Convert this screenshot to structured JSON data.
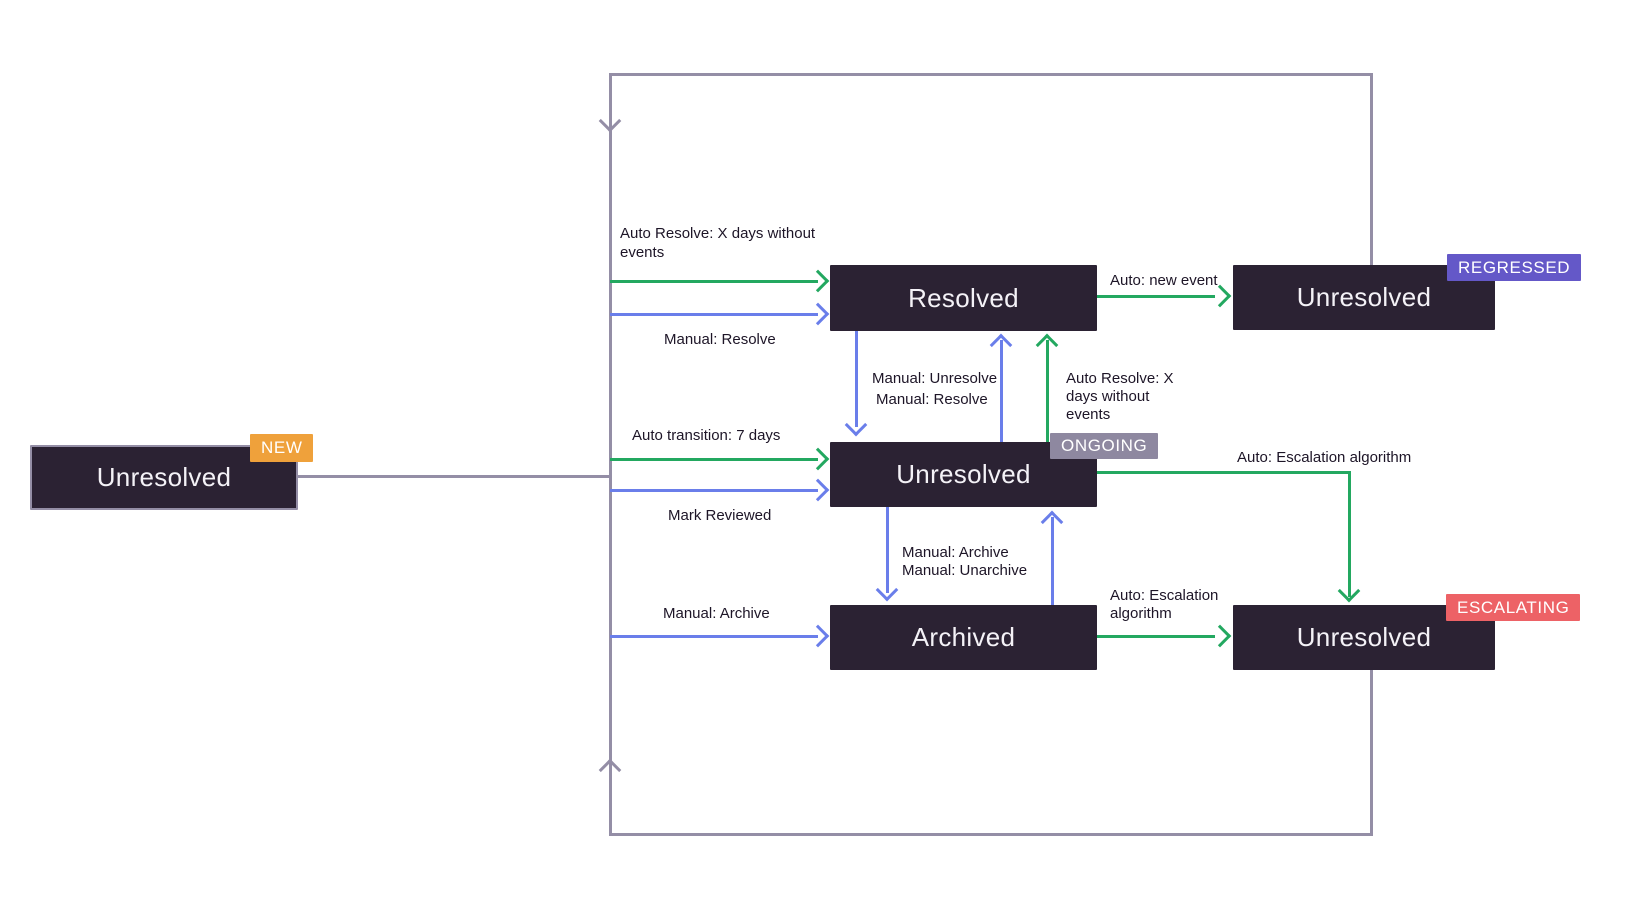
{
  "colors": {
    "background": "#FFFFFF",
    "node_bg": "#2B2233",
    "node_text": "#F4F2F7",
    "label_text": "#1D1527",
    "auto_green": "#23A860",
    "manual_blue": "#6A7EEA",
    "loop_gray": "#948EA6",
    "badge_text": "#FFFFFF",
    "badge_new": "#EFA13B",
    "badge_ongoing": "#8E88A0",
    "badge_regressed": "#6458C8",
    "badge_escalating": "#ED6266"
  },
  "nodes": [
    {
      "id": "unresolved-new",
      "label": "Unresolved",
      "badge": "NEW"
    },
    {
      "id": "resolved",
      "label": "Resolved"
    },
    {
      "id": "unresolved-ongoing",
      "label": "Unresolved",
      "badge": "ONGOING"
    },
    {
      "id": "archived",
      "label": "Archived"
    },
    {
      "id": "unresolved-regressed",
      "label": "Unresolved",
      "badge": "REGRESSED"
    },
    {
      "id": "unresolved-escalating",
      "label": "Unresolved",
      "badge": "ESCALATING"
    }
  ],
  "edges": {
    "spine_to_resolved_auto": {
      "lines": [
        "Auto Resolve: X days without",
        "events"
      ]
    },
    "spine_to_resolved_manual": {
      "lines": [
        "Manual: Resolve"
      ]
    },
    "spine_to_ongoing_auto": {
      "lines": [
        "Auto transition: 7 days"
      ]
    },
    "spine_to_ongoing_manual": {
      "lines": [
        "Mark Reviewed"
      ]
    },
    "spine_to_archived_manual": {
      "lines": [
        "Manual: Archive"
      ]
    },
    "resolved_to_regressed": {
      "lines": [
        "Auto: new event"
      ]
    },
    "resolved_ongoing_manual": {
      "lines": [
        "Manual: Unresolve",
        "Manual: Resolve"
      ]
    },
    "ongoing_to_resolved_auto": {
      "lines": [
        "Auto Resolve: X",
        "days without",
        "events"
      ]
    },
    "ongoing_archived_manual": {
      "lines": [
        "Manual: Archive",
        "Manual: Unarchive"
      ]
    },
    "ongoing_to_escalating": {
      "lines": [
        "Auto: Escalation algorithm"
      ]
    },
    "archived_to_escalating": {
      "lines": [
        "Auto: Escalation",
        "algorithm"
      ]
    }
  }
}
